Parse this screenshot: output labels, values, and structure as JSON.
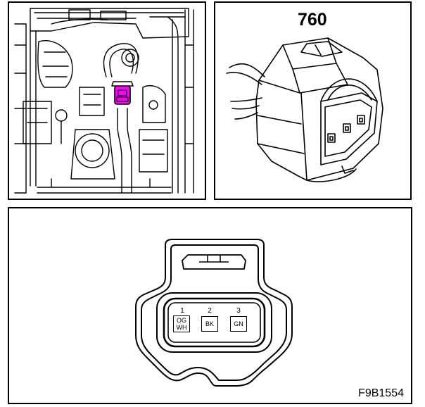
{
  "connector": {
    "number": "760",
    "highlight_color": "#ff00ff",
    "pins": [
      {
        "number": "1",
        "color_lines": [
          "OG",
          "WH"
        ]
      },
      {
        "number": "2",
        "color_lines": [
          "BK"
        ]
      },
      {
        "number": "3",
        "color_lines": [
          "GN"
        ]
      }
    ]
  },
  "figure_code": "F9B1554"
}
